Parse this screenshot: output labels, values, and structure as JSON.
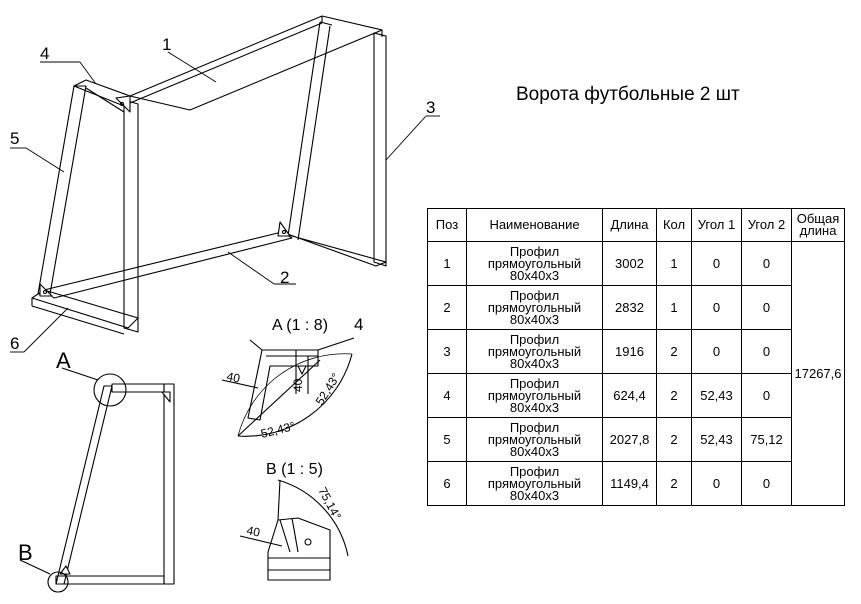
{
  "title": "Ворота футбольные 2 шт",
  "callouts": [
    "1",
    "2",
    "3",
    "4",
    "5",
    "6"
  ],
  "detail_a": {
    "marker": "A",
    "header": "A (1 : 8)",
    "part": "4",
    "dim_width": "40",
    "dim_height": "40",
    "angle_1": "52,43°",
    "angle_2": "52,43°"
  },
  "detail_b": {
    "marker": "B",
    "header": "B (1 : 5)",
    "dim_width": "40",
    "angle": "75,14°"
  },
  "table": {
    "headers": [
      "Поз",
      "Наименование",
      "Длина",
      "Кол",
      "Угол 1",
      "Угол 2",
      "Общая длина"
    ],
    "rows": [
      {
        "pos": "1",
        "name": "Профил прямоугольный 80х40х3",
        "length": "3002",
        "qty": "1",
        "angle1": "0",
        "angle2": "0"
      },
      {
        "pos": "2",
        "name": "Профил прямоугольный 80х40х3",
        "length": "2832",
        "qty": "1",
        "angle1": "0",
        "angle2": "0"
      },
      {
        "pos": "3",
        "name": "Профил прямоугольный 80х40х3",
        "length": "1916",
        "qty": "2",
        "angle1": "0",
        "angle2": "0"
      },
      {
        "pos": "4",
        "name": "Профил прямоугольный 80х40х3",
        "length": "624,4",
        "qty": "2",
        "angle1": "52,43",
        "angle2": "0"
      },
      {
        "pos": "5",
        "name": "Профил прямоугольный 80х40х3",
        "length": "2027,8",
        "qty": "2",
        "angle1": "52,43",
        "angle2": "75,12"
      },
      {
        "pos": "6",
        "name": "Профил прямоугольный 80х40х3",
        "length": "1149,4",
        "qty": "2",
        "angle1": "0",
        "angle2": "0"
      }
    ],
    "total": "17267,6"
  }
}
